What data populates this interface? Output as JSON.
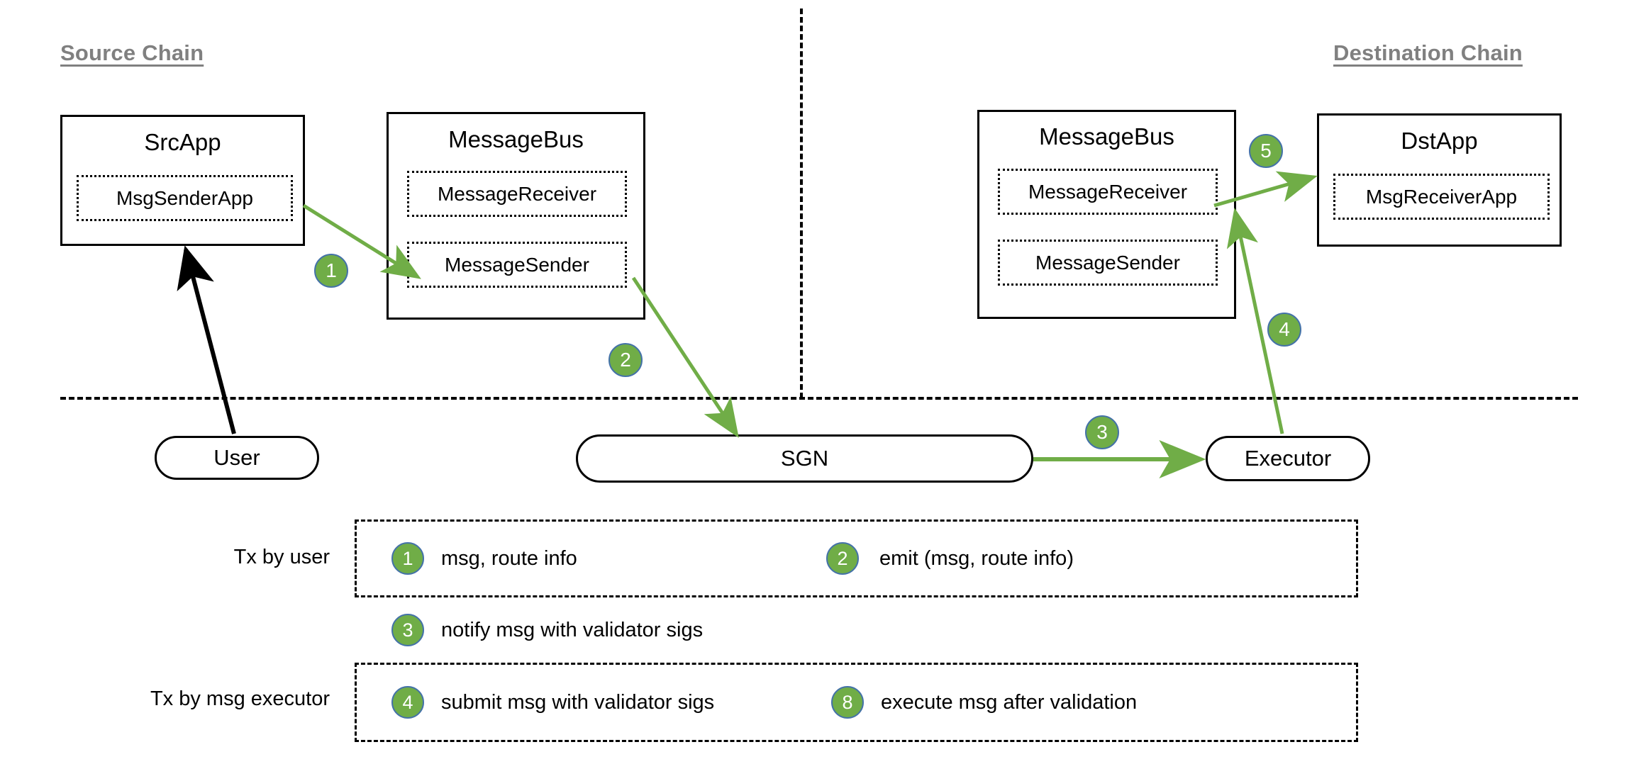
{
  "diagram": {
    "title_source": "Source Chain",
    "title_destination": "Destination Chain"
  },
  "source_chain": {
    "srcapp": {
      "title": "SrcApp",
      "inner": "MsgSenderApp"
    },
    "messagebus": {
      "title": "MessageBus",
      "receiver": "MessageReceiver",
      "sender": "MessageSender"
    }
  },
  "destination_chain": {
    "messagebus": {
      "title": "MessageBus",
      "receiver": "MessageReceiver",
      "sender": "MessageSender"
    },
    "dstapp": {
      "title": "DstApp",
      "inner": "MsgReceiverApp"
    }
  },
  "offchain": {
    "user": "User",
    "sgn": "SGN",
    "executor": "Executor"
  },
  "flow_badges": {
    "step1": "1",
    "step2": "2",
    "step3": "3",
    "step4": "4",
    "step5": "5"
  },
  "legend": {
    "row1_label": "Tx by user",
    "row2_label": "Tx by msg executor",
    "items": [
      {
        "num": "1",
        "text": "msg, route info"
      },
      {
        "num": "2",
        "text": "emit (msg, route info)"
      },
      {
        "num": "3",
        "text": "notify msg with validator sigs"
      },
      {
        "num": "4",
        "text": "submit msg with validator sigs"
      },
      {
        "num": "8",
        "text": "execute msg after validation"
      }
    ]
  },
  "colors": {
    "badge_fill": "#70AD47",
    "badge_stroke": "#4472A8",
    "arrow_green": "#70AD47",
    "arrow_black": "#000000",
    "title_gray": "#808080"
  }
}
